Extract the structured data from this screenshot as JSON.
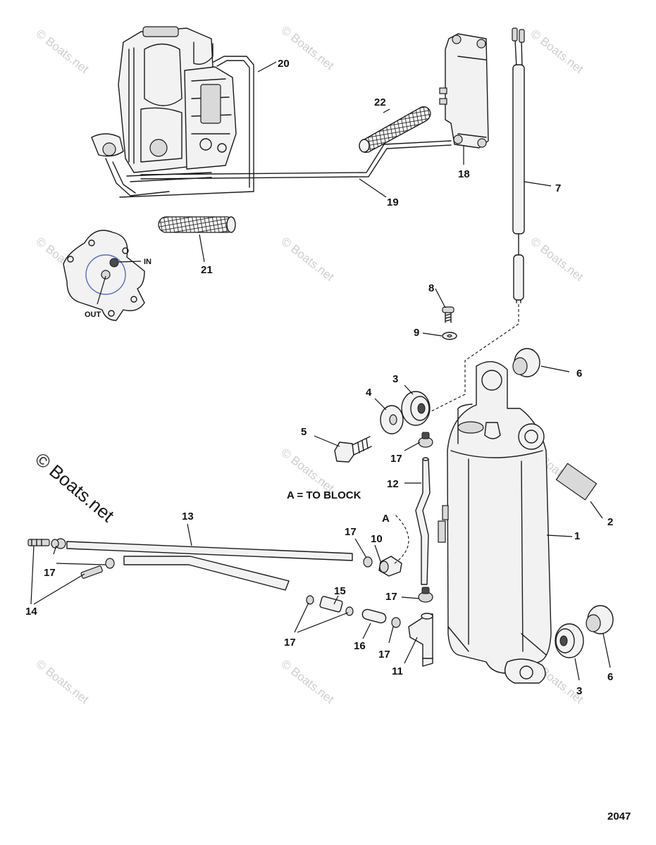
{
  "figure_number": "2047",
  "note": "A = TO BLOCK",
  "watermark": "© Boats.net",
  "watermark_large": "© Boats.net",
  "port_labels": {
    "in": "IN",
    "out": "OUT",
    "a_top": "A"
  },
  "callouts": {
    "c1": "1",
    "c2": "2",
    "c3a": "3",
    "c3b": "3",
    "c4": "4",
    "c5": "5",
    "c6a": "6",
    "c6b": "6",
    "c7": "7",
    "c8": "8",
    "c9": "9",
    "c10": "10",
    "c11": "11",
    "c12": "12",
    "c13": "13",
    "c14": "14",
    "c15": "15",
    "c16": "16",
    "c17a": "17",
    "c17b": "17",
    "c17c": "17",
    "c17d": "17",
    "c17e": "17",
    "c17f": "17",
    "c18": "18",
    "c19": "19",
    "c20": "20",
    "c21": "21",
    "c22": "22"
  }
}
